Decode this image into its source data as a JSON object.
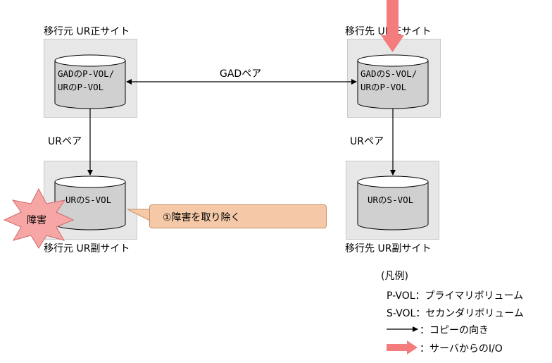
{
  "sites": {
    "src_primary": "移行元 UR正サイト",
    "dst_primary": "移行先 UR正サイト",
    "src_secondary": "移行元 UR副サイト",
    "dst_secondary": "移行先 UR副サイト"
  },
  "volumes": {
    "src_primary_line1": "GADのP-VOL/",
    "src_primary_line2": "URのP-VOL",
    "dst_primary_line1": "GADのS-VOL/",
    "dst_primary_line2": "URのP-VOL",
    "src_secondary": "URのS-VOL",
    "dst_secondary": "URのS-VOL"
  },
  "pairs": {
    "gad": "GADペア",
    "ur_left": "URペア",
    "ur_right": "URペア"
  },
  "failure": "障害",
  "callout": "①障害を取り除く",
  "legend": {
    "title": "(凡例)",
    "pvol": "P-VOL：プライマリボリューム",
    "svol": "S-VOL：セカンダリボリューム",
    "copy": "：コピーの向き",
    "io": "：サーバからのI/O"
  },
  "colors": {
    "io_arrow": "#f47c7c",
    "failure_burst": "#f7a6a6",
    "callout_bg": "#f5c9a8",
    "site_bg": "#e7e7e7"
  }
}
